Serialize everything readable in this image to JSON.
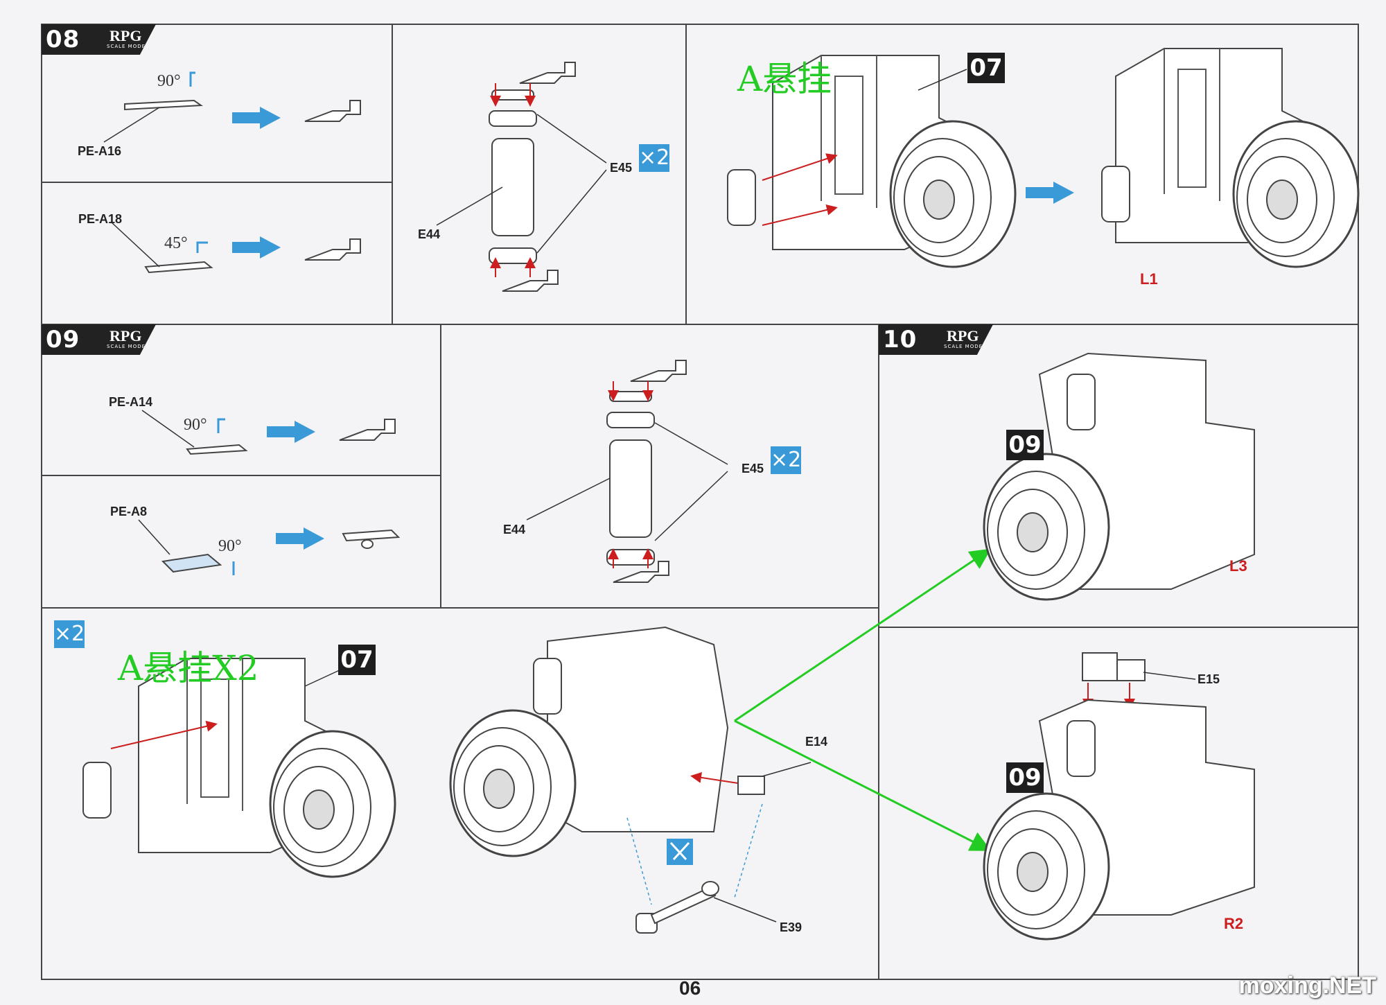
{
  "brand": {
    "name": "RPG",
    "sub": "SCALE MODEL"
  },
  "steps": {
    "s08": {
      "number": "08"
    },
    "s09": {
      "number": "09"
    },
    "s10": {
      "number": "10"
    }
  },
  "labels": {
    "pe_a16": "PE-A16",
    "pe_a18": "PE-A18",
    "pe_a14": "PE-A14",
    "pe_a8": "PE-A8",
    "e44": "E44",
    "e45": "E45",
    "e14": "E14",
    "e15": "E15",
    "e39": "E39"
  },
  "angles": {
    "a90": "90°",
    "a45": "45°"
  },
  "notes": {
    "a_suspension": "A悬挂",
    "a_suspension_x2": "A悬挂X2"
  },
  "multipliers": {
    "x2": "×2"
  },
  "refs": {
    "r07": "07",
    "r09": "09"
  },
  "result_labels": {
    "l1": "L1",
    "l3": "L3",
    "r2": "R2"
  },
  "page_number": "06",
  "watermark": "moxing.NET",
  "colors": {
    "arrow_blue": "#3a9ad8",
    "green": "#22cc22",
    "red": "#cc1e1e"
  }
}
